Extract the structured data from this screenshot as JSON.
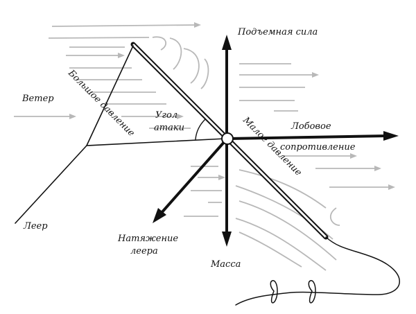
{
  "labels": {
    "lift": "Подъемная сила",
    "wind": "Ветер",
    "high_pressure": "Большое давление",
    "angle_line1": "Угол",
    "angle_line2": "атаки",
    "low_pressure": "Малое давление",
    "drag_line1": "Лобовое",
    "drag_line2": "сопротивление",
    "tether": "Леер",
    "tension_line1": "Натяжение",
    "tension_line2": "леера",
    "weight": "Масса"
  },
  "colors": {
    "ink": "#111111",
    "airflow": "#b8b8b8",
    "background": "#ffffff"
  }
}
